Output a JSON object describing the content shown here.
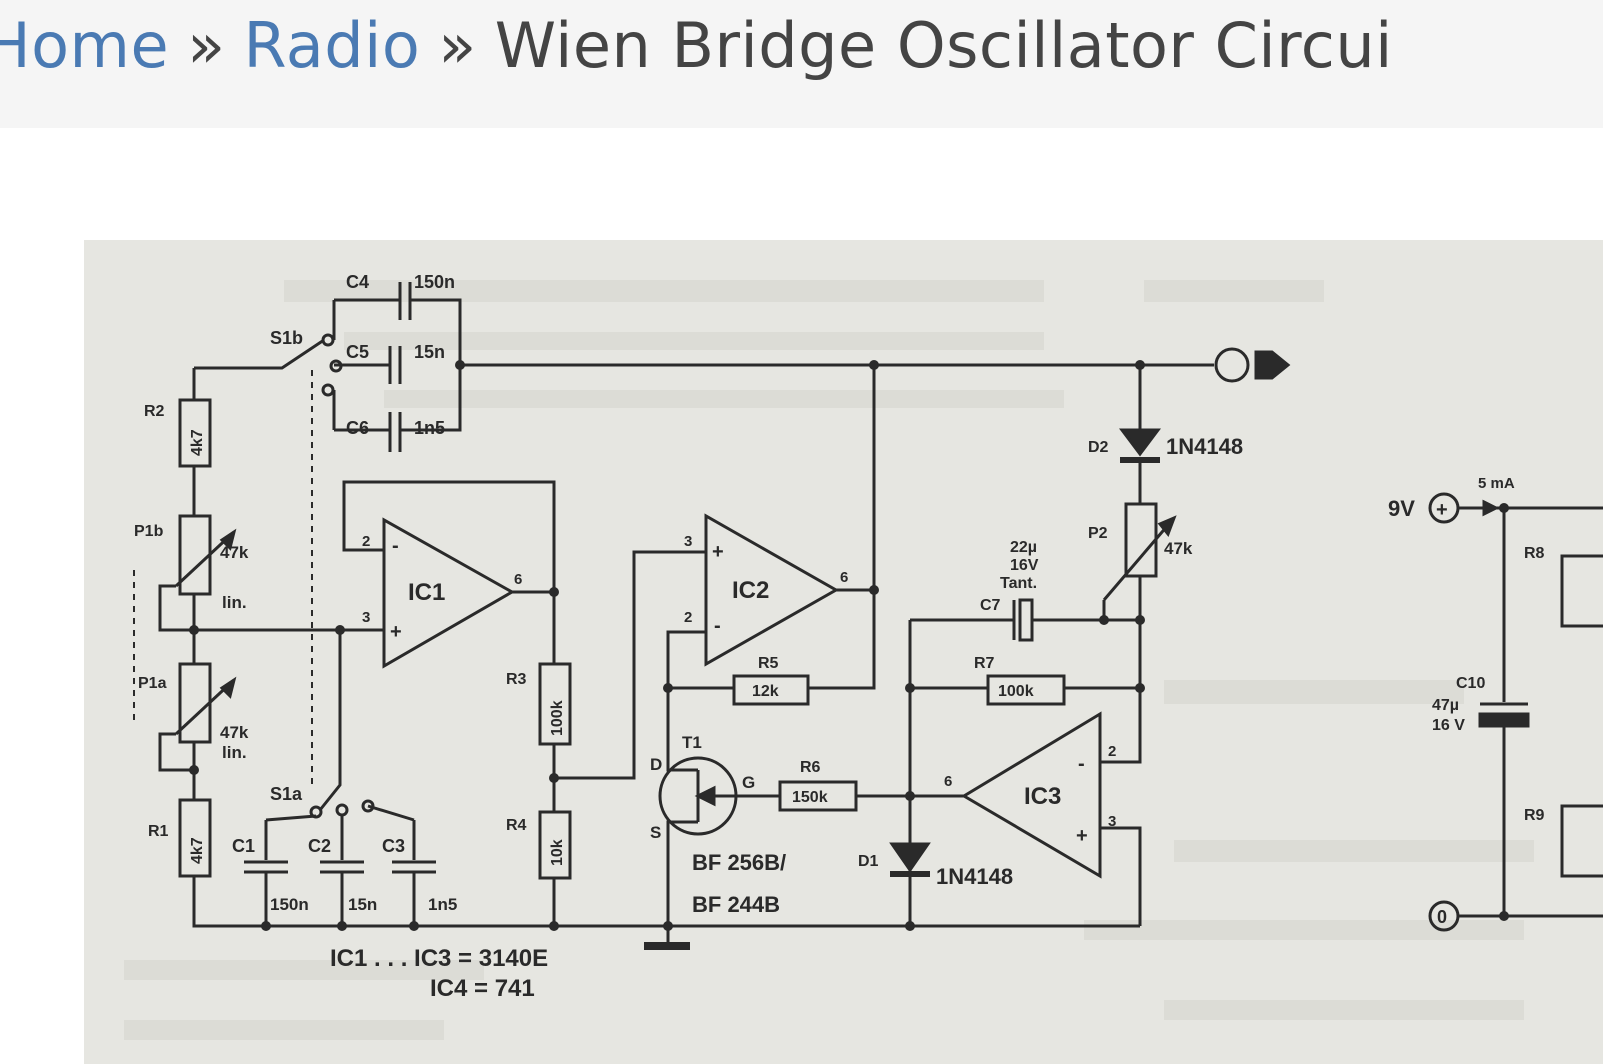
{
  "breadcrumb": {
    "home": "Home",
    "radio": "Radio",
    "current": "Wien Bridge Oscillator Circui",
    "separator": "»"
  },
  "schematic": {
    "labels": {
      "c4": "C4",
      "c4v": "150n",
      "c5": "C5",
      "c5v": "15n",
      "c6": "C6",
      "c6v": "1n5",
      "s1b": "S1b",
      "s1a": "S1a",
      "r2": "R2",
      "r2v": "4k7",
      "p1b": "P1b",
      "p1bv": "47k",
      "p1bt": "lin.",
      "p1a": "P1a",
      "p1av": "47k",
      "p1at": "lin.",
      "r1": "R1",
      "r1v": "4k7",
      "c1": "C1",
      "c1v": "150n",
      "c2": "C2",
      "c2v": "15n",
      "c3": "C3",
      "c3v": "1n5",
      "ic1": "IC1",
      "ic2": "IC2",
      "ic3": "IC3",
      "pin2": "2",
      "pin3": "3",
      "pin6": "6",
      "r3": "R3",
      "r3v": "100k",
      "r4": "R4",
      "r4v": "10k",
      "r5": "R5",
      "r5v": "12k",
      "r6": "R6",
      "r6v": "150k",
      "r7": "R7",
      "r7v": "100k",
      "t1": "T1",
      "d": "D",
      "g": "G",
      "s": "S",
      "tv1": "BF 256B/",
      "tv2": "BF 244B",
      "d1": "D1",
      "d1v": "1N4148",
      "d2": "D2",
      "d2v": "1N4148",
      "p2": "P2",
      "p2v": "47k",
      "c7": "C7",
      "c7v1": "22µ",
      "c7v2": "16V",
      "c7v3": "Tant.",
      "note1": "IC1 . . . IC3 = 3140E",
      "note2": "IC4 = 741",
      "supply": "9V",
      "current": "5 mA",
      "c10": "C10",
      "c10v1": "47µ",
      "c10v2": "16 V",
      "r8": "R8",
      "r9": "R9",
      "plus": "+",
      "minus": "-",
      "zero": "0"
    }
  },
  "colors": {
    "link": "#4a7ab3",
    "text": "#444444",
    "bar": "#f5f5f5",
    "paper": "#e6e6e1",
    "ink": "#2a2a2a"
  }
}
